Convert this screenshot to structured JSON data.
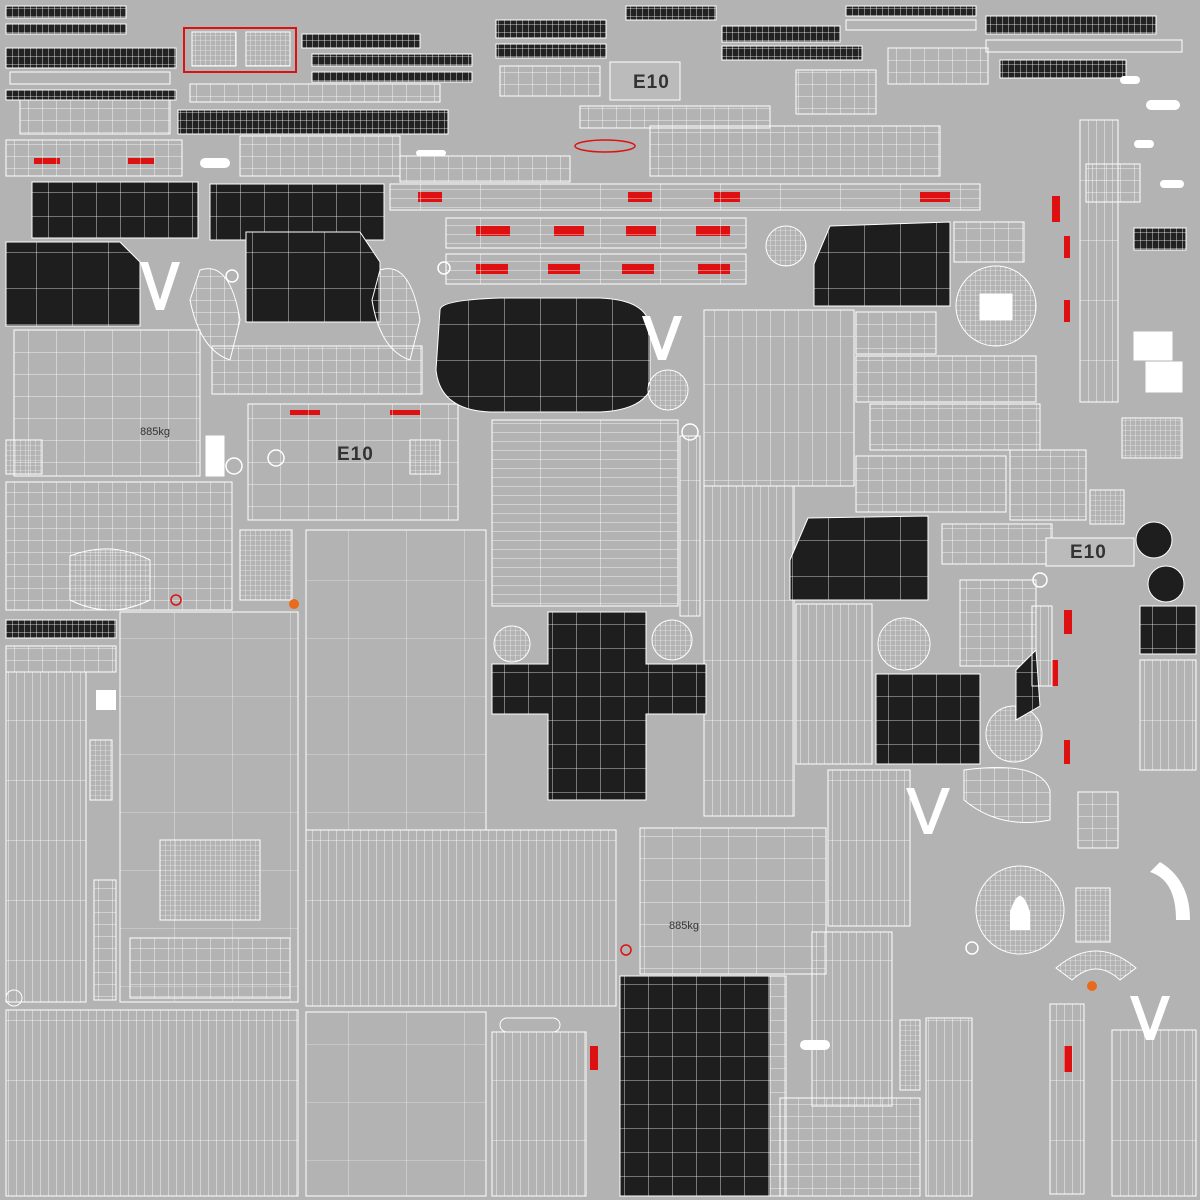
{
  "texture": {
    "background": "#b3b3b3",
    "wire_color": "#ffffff",
    "dark_fill": "#1e1e1e",
    "accent_red": "#dd1111"
  },
  "labels": {
    "plate_top": "E10",
    "plate_middle": "E10",
    "plate_right": "E10",
    "weight_left": "885kg",
    "weight_bottom": "885kg"
  }
}
